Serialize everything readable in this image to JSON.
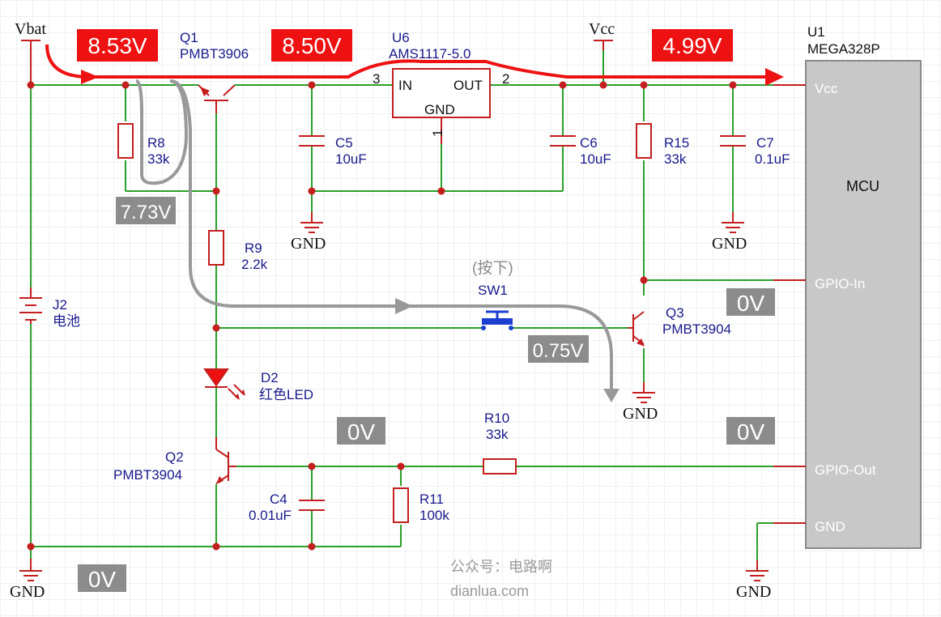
{
  "nets": {
    "vbat": "Vbat",
    "vcc": "Vcc",
    "gnd": "GND"
  },
  "components": {
    "q1": {
      "ref": "Q1",
      "part": "PMBT3906"
    },
    "u6": {
      "ref": "U6",
      "part": "AMS1117-5.0",
      "in_label": "IN",
      "out_label": "OUT",
      "gnd_label": "GND",
      "pin_in": "3",
      "pin_out": "2",
      "pin_gnd": "1"
    },
    "u1": {
      "ref": "U1",
      "part": "MEGA328P",
      "center_label": "MCU",
      "pins": {
        "vcc": "Vcc",
        "gpio_in": "GPIO-In",
        "gpio_out": "GPIO-Out",
        "gnd": "GND"
      }
    },
    "r8": {
      "ref": "R8",
      "value": "33k"
    },
    "r9": {
      "ref": "R9",
      "value": "2.2k"
    },
    "r10": {
      "ref": "R10",
      "value": "33k"
    },
    "r11": {
      "ref": "R11",
      "value": "100k"
    },
    "r15": {
      "ref": "R15",
      "value": "33k"
    },
    "c4": {
      "ref": "C4",
      "value": "0.01uF"
    },
    "c5": {
      "ref": "C5",
      "value": "10uF"
    },
    "c6": {
      "ref": "C6",
      "value": "10uF"
    },
    "c7": {
      "ref": "C7",
      "value": "0.1uF"
    },
    "j2": {
      "ref": "J2",
      "value": "电池"
    },
    "d2": {
      "ref": "D2",
      "value": "红色LED"
    },
    "q2": {
      "ref": "Q2",
      "part": "PMBT3904"
    },
    "q3": {
      "ref": "Q3",
      "part": "PMBT3904"
    },
    "sw1": {
      "ref": "SW1",
      "note": "(按下)"
    }
  },
  "voltages": {
    "vbat": "8.53V",
    "ldo_in": "8.50V",
    "vcc": "4.99V",
    "q1_base": "7.73V",
    "gpio_in": "0V",
    "q3_base": "0.75V",
    "q2_base": "0V",
    "gpio_out": "0V",
    "gnd": "0V"
  },
  "colors": {
    "wire": "#2aa02a",
    "component": "#c41e1e",
    "power_flow": "#ee1111",
    "signal_flow": "#999999",
    "label": "#1a1a8c",
    "mcu_body": "#c8c8c8"
  },
  "watermark": {
    "line1": "公众号：电路啊",
    "line2": "dianlua.com"
  }
}
